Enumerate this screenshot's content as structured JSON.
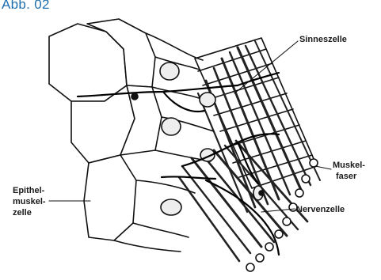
{
  "figure": {
    "label": "Abb. 02",
    "label_color": "#1f6fae"
  },
  "labels": {
    "sinneszelle": "Sinneszelle",
    "muskelfaser_1": "Muskel-",
    "muskelfaser_2": "faser",
    "epithel_1": "Epithel-",
    "epithel_2": "muskel-",
    "epithel_3": "zelle",
    "nervenzelle": "Nervenzelle"
  }
}
